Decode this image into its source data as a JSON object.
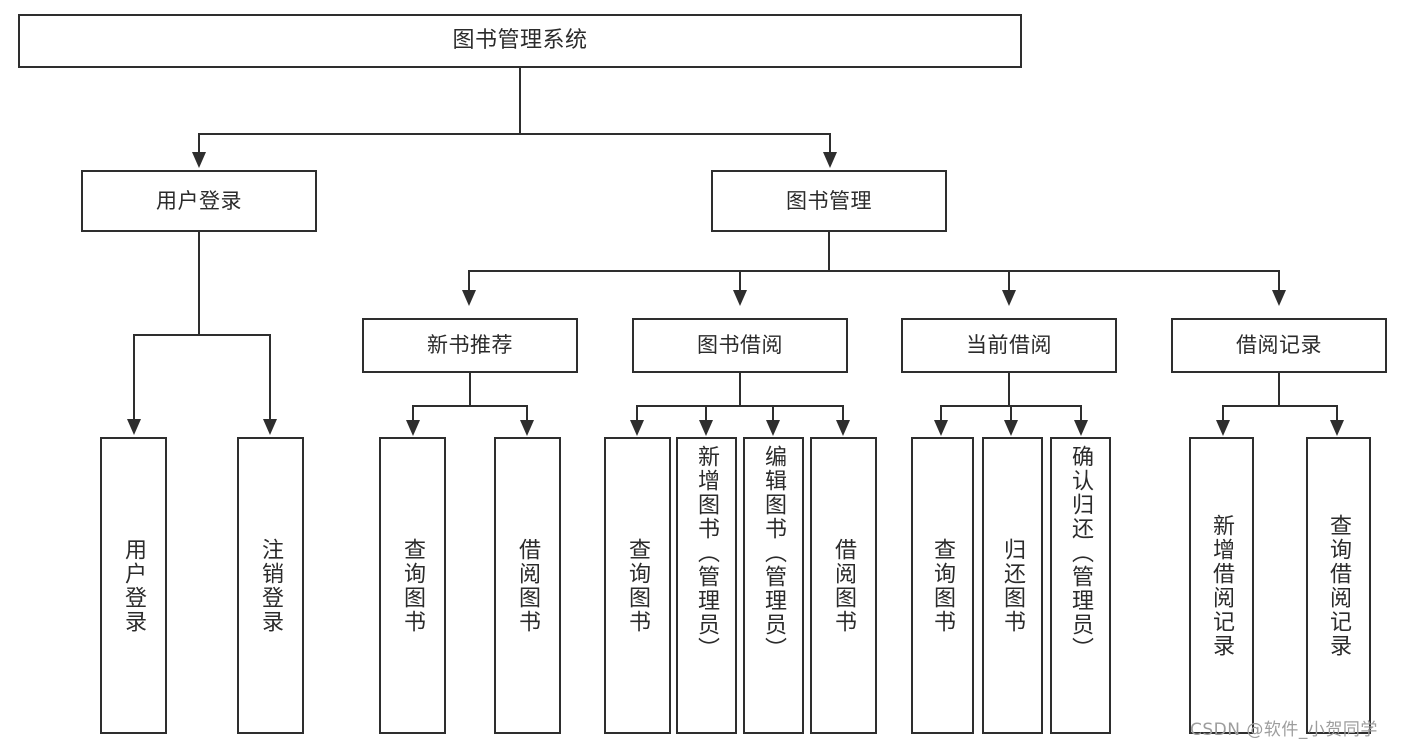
{
  "diagram": {
    "title": "图书管理系统",
    "type": "hierarchy-tree",
    "root": {
      "label": "图书管理系统"
    },
    "level2": [
      {
        "label": "用户登录"
      },
      {
        "label": "图书管理"
      }
    ],
    "level3": [
      {
        "label": "新书推荐"
      },
      {
        "label": "图书借阅"
      },
      {
        "label": "当前借阅"
      },
      {
        "label": "借阅记录"
      }
    ],
    "leaves": {
      "user_login": [
        {
          "label": "用户登录"
        },
        {
          "label": "注销登录"
        }
      ],
      "new_book_recommend": [
        {
          "label": "查询图书"
        },
        {
          "label": "借阅图书"
        }
      ],
      "book_borrow": [
        {
          "label": "查询图书"
        },
        {
          "label": "新增图书（管理员）"
        },
        {
          "label": "编辑图书（管理员）"
        },
        {
          "label": "借阅图书"
        }
      ],
      "current_borrow": [
        {
          "label": "查询图书"
        },
        {
          "label": "归还图书"
        },
        {
          "label": "确认归还（管理员）"
        }
      ],
      "borrow_record": [
        {
          "label": "新增借阅记录"
        },
        {
          "label": "查询借阅记录"
        }
      ]
    }
  },
  "watermark": {
    "text": "CSDN @软件_小贺同学"
  },
  "colors": {
    "border": "#2e2e2e",
    "text": "#2b2b2b",
    "background": "#ffffff",
    "watermark": "#9d9d9d"
  }
}
